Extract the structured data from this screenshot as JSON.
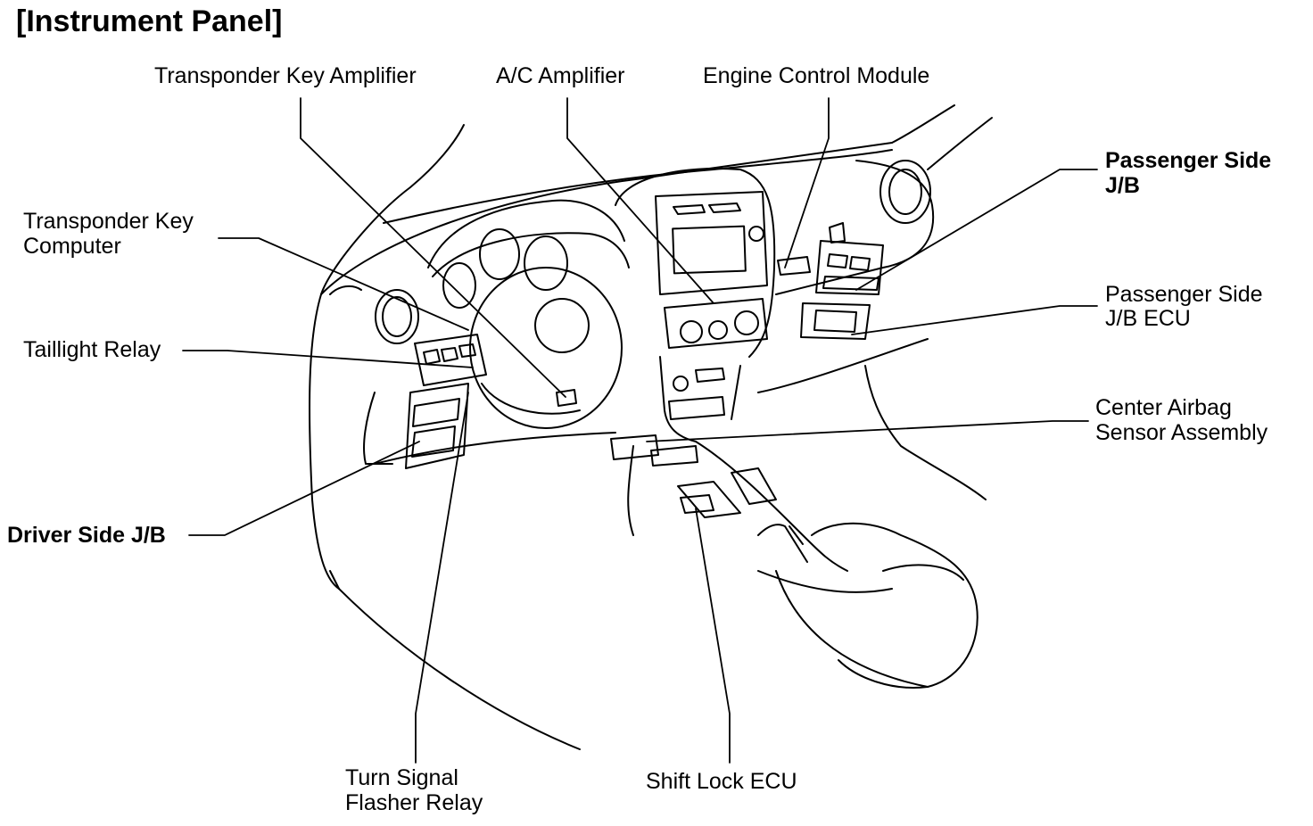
{
  "title": "[Instrument Panel]",
  "labels": {
    "transponder_key_amplifier": "Transponder Key Amplifier",
    "ac_amplifier": "A/C Amplifier",
    "engine_control_module": "Engine Control Module",
    "passenger_side_jb_line1": "Passenger Side",
    "passenger_side_jb_line2": "J/B",
    "transponder_key_computer_line1": "Transponder Key",
    "transponder_key_computer_line2": "Computer",
    "passenger_side_jb_ecu_line1": "Passenger Side",
    "passenger_side_jb_ecu_line2": "J/B ECU",
    "taillight_relay": "Taillight Relay",
    "center_airbag_line1": "Center Airbag",
    "center_airbag_line2": "Sensor Assembly",
    "driver_side_jb": "Driver Side J/B",
    "turn_signal_line1": "Turn Signal",
    "turn_signal_line2": "Flasher Relay",
    "shift_lock_ecu": "Shift Lock ECU"
  }
}
